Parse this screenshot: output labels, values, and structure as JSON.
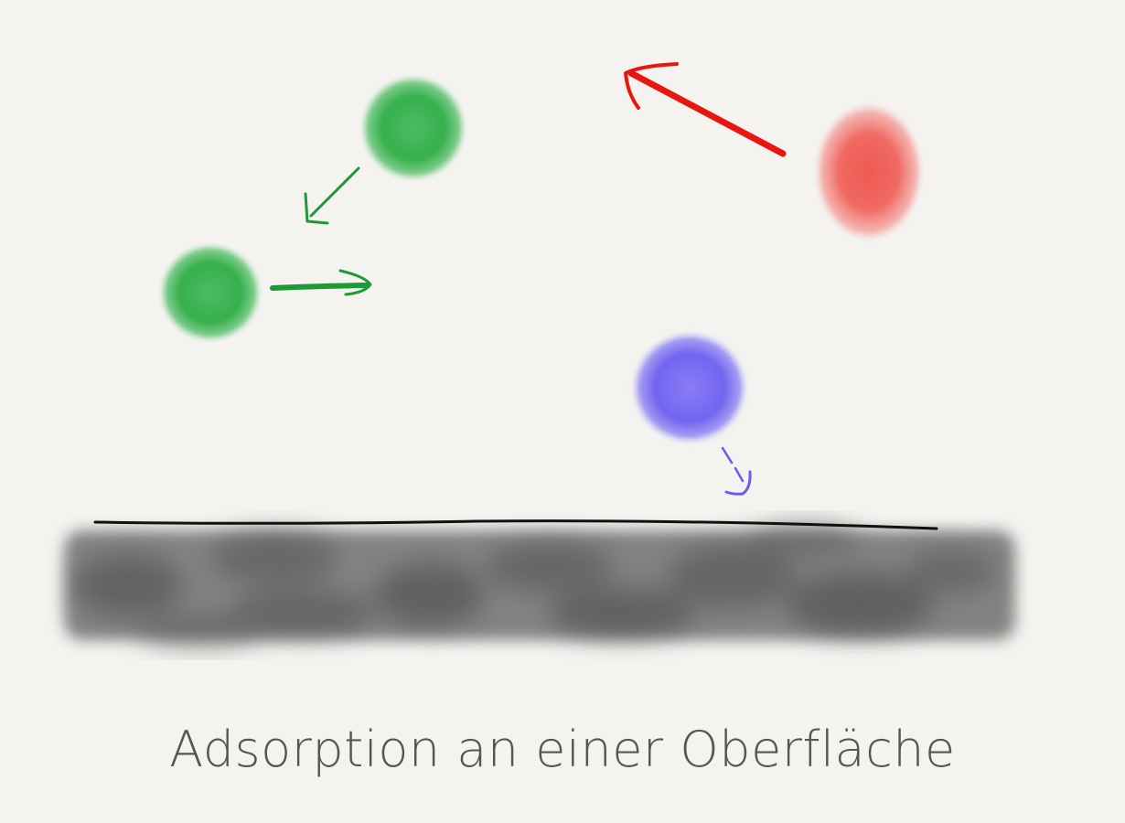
{
  "caption": "Adsorption an einer Oberfläche",
  "colors": {
    "background": "#f4f3f0",
    "particle_green": "#2fb24a",
    "particle_red": "#ee3b34",
    "particle_blue": "#6a5bf0",
    "arrow_green": "#1d9a35",
    "arrow_red": "#e8160f",
    "arrow_blue": "#6a5bf0",
    "surface": "#5a5a5a",
    "surface_edge": "#111111",
    "caption_text": "#555555"
  },
  "particles": [
    {
      "name": "green-particle-upper",
      "color": "particle_green",
      "arrow": "arrow_green",
      "motion": "down-left"
    },
    {
      "name": "green-particle-lower",
      "color": "particle_green",
      "arrow": "arrow_green",
      "motion": "right"
    },
    {
      "name": "red-particle",
      "color": "particle_red",
      "arrow": "arrow_red",
      "motion": "up-left"
    },
    {
      "name": "blue-particle",
      "color": "particle_blue",
      "arrow": "arrow_blue",
      "motion": "down-toward-surface"
    }
  ],
  "surface": {
    "name": "adsorbent-surface",
    "edge_line": true
  }
}
